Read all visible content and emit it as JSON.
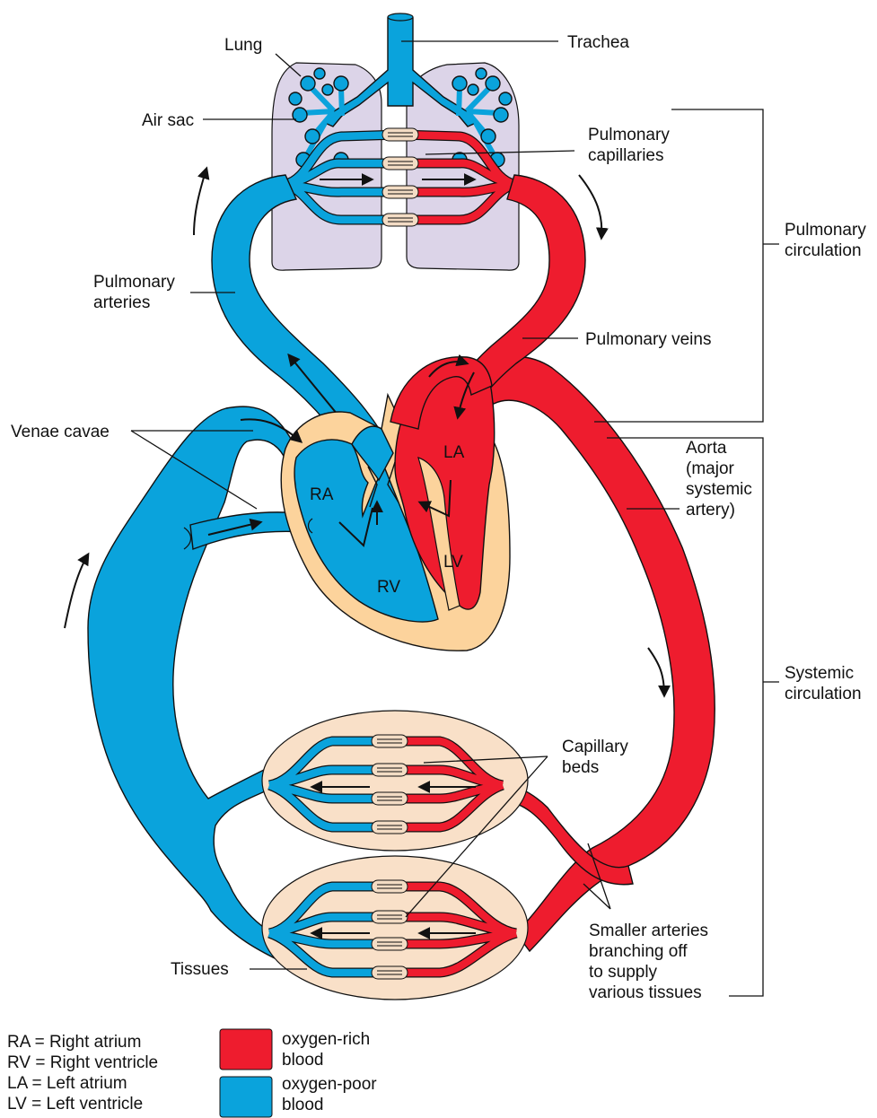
{
  "labels": {
    "lung": "Lung",
    "trachea": "Trachea",
    "air_sac": "Air sac",
    "pulmonary_capillaries": [
      "Pulmonary",
      "capillaries"
    ],
    "pulmonary_arteries": [
      "Pulmonary",
      "arteries"
    ],
    "pulmonary_veins": "Pulmonary veins",
    "pulmonary_circulation": [
      "Pulmonary",
      "circulation"
    ],
    "venae_cavae": "Venae cavae",
    "aorta": [
      "Aorta",
      "(major",
      "systemic",
      "artery)"
    ],
    "systemic_circulation": [
      "Systemic",
      "circulation"
    ],
    "ra": "RA",
    "rv": "RV",
    "la": "LA",
    "lv": "LV",
    "capillary_beds": [
      "Capillary",
      "beds"
    ],
    "tissues": "Tissues",
    "smaller_arteries": [
      "Smaller arteries",
      "branching off",
      "to supply",
      "various tissues"
    ]
  },
  "key": {
    "abbreviations": [
      {
        "abbr": "RA",
        "meaning": "Right atrium"
      },
      {
        "abbr": "RV",
        "meaning": "Right ventricle"
      },
      {
        "abbr": "LA",
        "meaning": "Left atrium"
      },
      {
        "abbr": "LV",
        "meaning": "Left ventricle"
      }
    ],
    "legend": [
      {
        "text": [
          "oxygen-rich",
          "blood"
        ],
        "color": "#ee1c2e"
      },
      {
        "text": [
          "oxygen-poor",
          "blood"
        ],
        "color": "#0aa3dc"
      }
    ]
  },
  "colors": {
    "oxygen_rich": "#ee1c2e",
    "oxygen_poor": "#0aa3dc",
    "lung_tissue": "#dcd4e8",
    "heart_wall": "#fcd39c",
    "tissue_bed": "#f9e0c8"
  }
}
